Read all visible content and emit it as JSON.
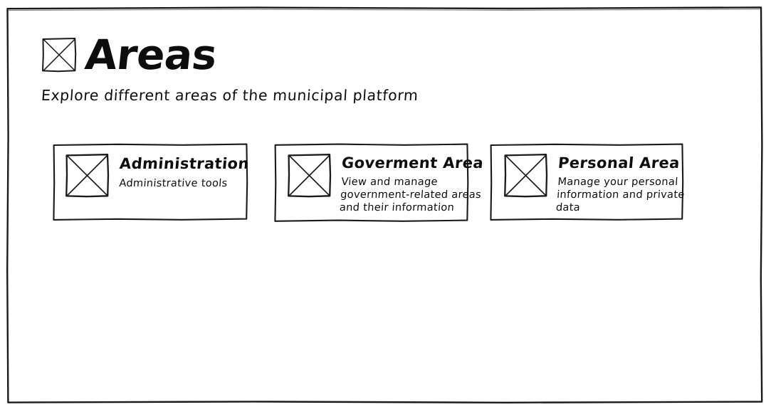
{
  "window": {
    "frame_color": "#1b1b1b",
    "background_color": "#ffffff",
    "ink_color": "#0d0d0d"
  },
  "header": {
    "icon": "crossed-box-placeholder-icon",
    "title": "Areas",
    "subtitle": "Explore different areas of the municipal platform"
  },
  "cards": [
    {
      "id": "administration",
      "icon": "crossed-box-placeholder-icon",
      "title": "Administration",
      "description_lines": [
        "Administrative tools"
      ]
    },
    {
      "id": "goverment",
      "icon": "crossed-box-placeholder-icon",
      "title": "Goverment Area",
      "description_lines": [
        "View and manage",
        "government-related areas",
        "and their information"
      ]
    },
    {
      "id": "personal",
      "icon": "crossed-box-placeholder-icon",
      "title": "Personal Area",
      "description_lines": [
        "Manage your personal",
        "information and private",
        "data"
      ]
    }
  ]
}
